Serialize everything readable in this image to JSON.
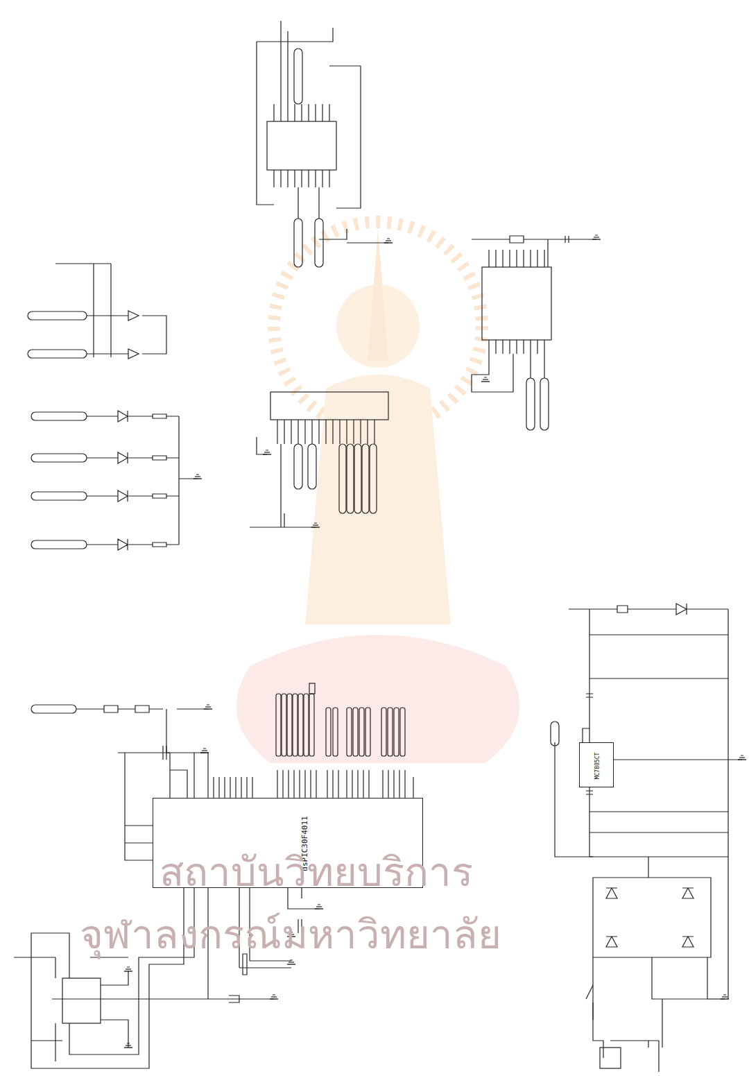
{
  "diagram": {
    "nodes": [
      {
        "text": [
          "dsPIC30F4011"
        ]
      },
      {
        "text": [
          "MC7805CT"
        ]
      }
    ],
    "labels": [
      "สถาบันวิทยบริการ",
      "จุฬาลงกรณ์มหาวิทยาลัย"
    ]
  }
}
